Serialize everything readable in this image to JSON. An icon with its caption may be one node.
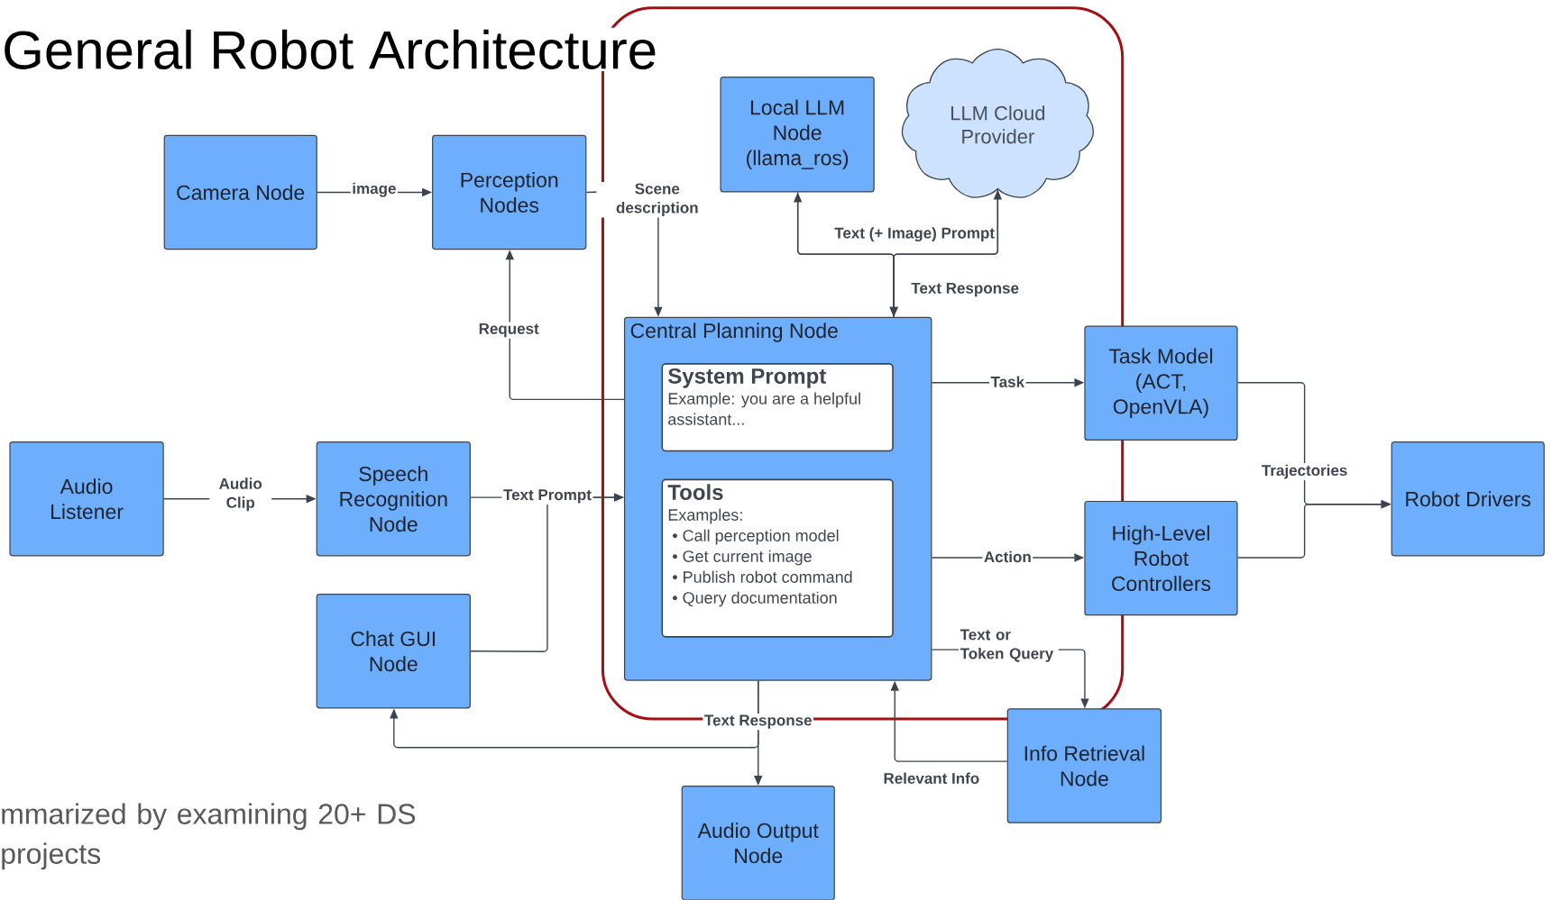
{
  "diagram": {
    "title": "General Robot Architecture",
    "nodes": [
      {
        "text": [
          "Camera Node"
        ]
      },
      {
        "text": [
          "Perception Nodes"
        ]
      },
      {
        "text": [
          "Local LLM Node (llama_ros)"
        ]
      },
      {
        "text": [
          "LLM Cloud Provider"
        ]
      },
      {
        "text": [
          "Central Planning Node"
        ]
      },
      {
        "text": [
          "System Prompt",
          "Example: you are a helpful assistant..."
        ],
        "in": 4
      },
      {
        "text": [
          "Tools",
          "Examples:",
          "• Call perception model",
          "• Get current image",
          "• Publish robot command",
          "• Query documentation"
        ],
        "in": 4
      },
      {
        "text": [
          "Audio Listener"
        ]
      },
      {
        "text": [
          "Speech Recognition Node"
        ]
      },
      {
        "text": [
          "Chat GUI Node"
        ]
      },
      {
        "text": [
          "Task Model (ACT, OpenVLA)"
        ]
      },
      {
        "text": [
          "High-Level Robot Controllers"
        ]
      },
      {
        "text": [
          "Robot Drivers"
        ]
      },
      {
        "text": [
          "Info Retrieval Node"
        ]
      },
      {
        "text": [
          "Audio Output Node"
        ]
      }
    ],
    "edges": [
      {
        "from": 0,
        "to": 1,
        "arrow": "to",
        "label": "image"
      },
      {
        "from": 1,
        "to": 4,
        "arrow": "to",
        "label": "Scene description"
      },
      {
        "from": 4,
        "to": 2,
        "arrow": "to",
        "label": "Text (+ Image) Prompt"
      },
      {
        "from": 4,
        "to": 3,
        "arrow": "to"
      },
      {
        "from": 2,
        "to": 4,
        "arrow": "to",
        "label": "Text Response"
      },
      {
        "from": 3,
        "to": 4,
        "arrow": "to"
      },
      {
        "from": 4,
        "to": 1,
        "arrow": "to",
        "label": "Request"
      },
      {
        "from": 7,
        "to": 8,
        "arrow": "to",
        "label": "Audio Clip"
      },
      {
        "from": 8,
        "to": 4,
        "arrow": "to",
        "label": "Text Prompt"
      },
      {
        "from": 9,
        "to": 4,
        "arrow": "to"
      },
      {
        "from": 4,
        "to": 10,
        "arrow": "to",
        "label": "Task"
      },
      {
        "from": 4,
        "to": 11,
        "arrow": "to",
        "label": "Action"
      },
      {
        "from": 10,
        "to": 12,
        "arrow": "to",
        "label": "Trajectories"
      },
      {
        "from": 11,
        "to": 12,
        "arrow": "to"
      },
      {
        "from": 4,
        "to": 13,
        "arrow": "to",
        "label": "Text or Token Query"
      },
      {
        "from": 13,
        "to": 4,
        "arrow": "to",
        "label": "Relevant Info"
      },
      {
        "from": 4,
        "to": 14,
        "arrow": "to",
        "label": "Text Response"
      },
      {
        "from": 4,
        "to": 9,
        "arrow": "to"
      }
    ],
    "labels": [
      "mmarized by examining 20+ DS projects"
    ]
  }
}
